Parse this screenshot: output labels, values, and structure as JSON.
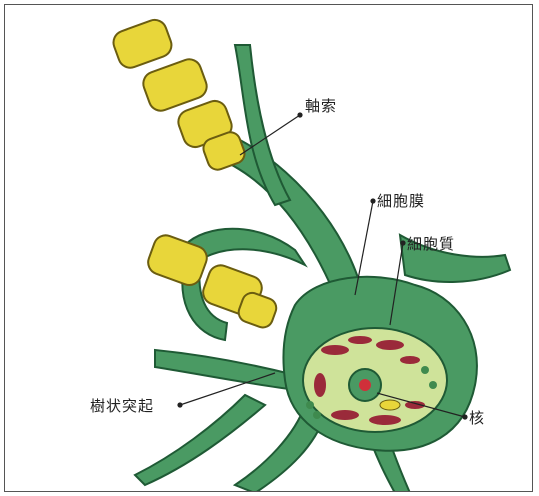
{
  "labels": {
    "axon": "軸索",
    "cell_membrane": "細胞膜",
    "cytoplasm": "細胞質",
    "dendrite": "樹状突起",
    "nucleus": "核"
  },
  "colors": {
    "cell_body": "#4a9a63",
    "cell_outline": "#1f5a35",
    "myelin": "#e8d63a",
    "myelin_outline": "#6b5d10",
    "cytoplasm": "#cfe39a",
    "organelle": "#9a2a3a",
    "nucleus_red": "#d0303a",
    "leader": "#222222"
  }
}
